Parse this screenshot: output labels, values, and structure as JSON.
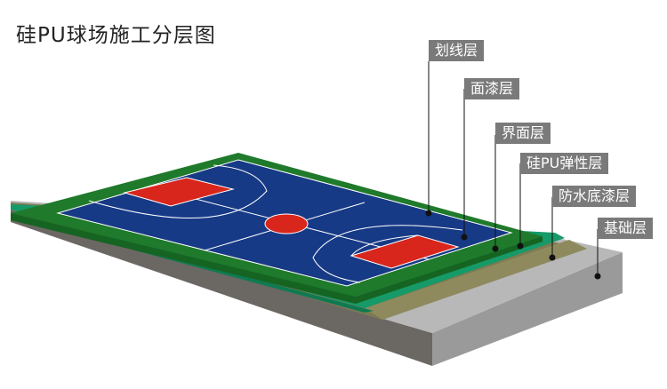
{
  "title": "硅PU球场施工分层图",
  "layers": [
    {
      "label": "划线层"
    },
    {
      "label": "面漆层"
    },
    {
      "label": "界面层"
    },
    {
      "label": "硅PU弹性层"
    },
    {
      "label": "防水底漆层"
    },
    {
      "label": "基础层"
    }
  ],
  "colors": {
    "court_blue": "#173a86",
    "key_red": "#d8261c",
    "court_green": "#1f7a2b",
    "elastic_teal": "#159a68",
    "primer_olive": "#7d7a52",
    "base_gray": "#8e8e8e",
    "label_bg": "#7a7a7a"
  }
}
